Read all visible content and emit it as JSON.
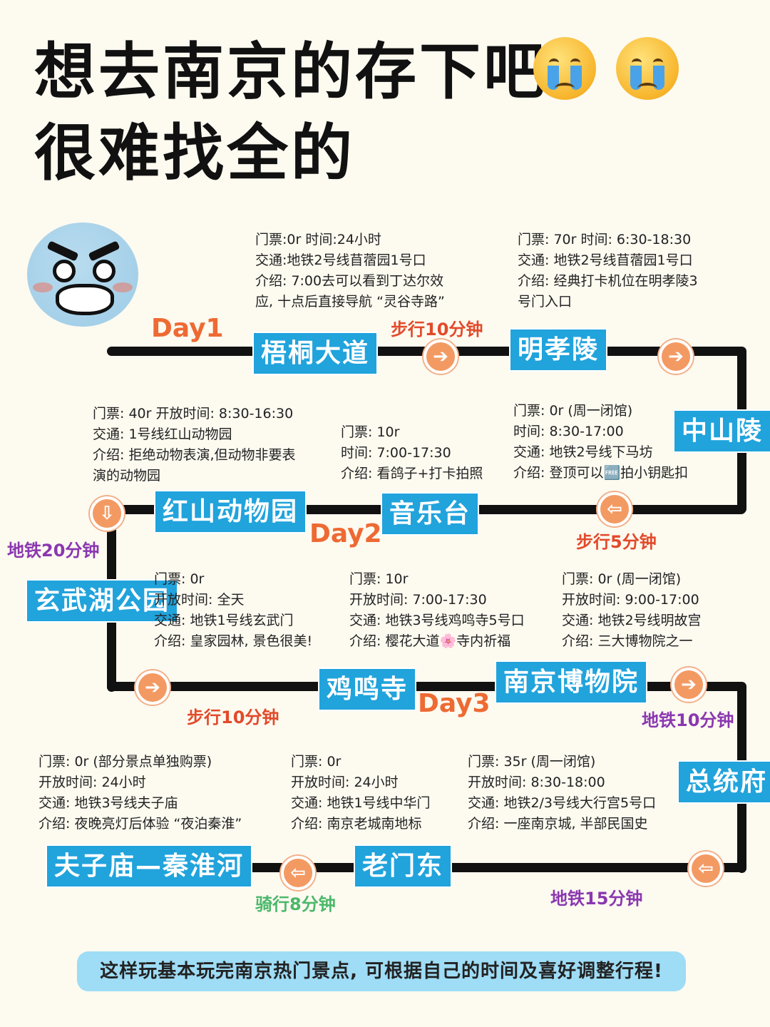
{
  "title": {
    "line1": "想去南京的存下吧",
    "line2": "很难找全的"
  },
  "icons": {
    "crying": "crying-face-icon",
    "angry": "angry-face-icon"
  },
  "days": {
    "day1": "Day1",
    "day2": "Day2",
    "day3": "Day3"
  },
  "stations": {
    "wutong": "梧桐大道",
    "mingxiaoling": "明孝陵",
    "zhongshanling": "中山陵",
    "yinyuetai": "音乐台",
    "hongshan": "红山动物园",
    "xuanwuhu": "玄武湖公园",
    "jimingsi": "鸡鸣寺",
    "museum": "南京博物院",
    "zongtongfu": "总统府",
    "laomendong": "老门东",
    "fuzimiao": "夫子庙—秦淮河"
  },
  "arrows": {
    "right": "➔",
    "left": "⇦",
    "down": "⇩"
  },
  "moves": {
    "walk10_a": "步行10分钟",
    "walk5": "步行5分钟",
    "metro20": "地铁20分钟",
    "walk10_b": "步行10分钟",
    "metro10": "地铁10分钟",
    "metro15": "地铁15分钟",
    "ride8": "骑行8分钟"
  },
  "info": {
    "wutong": [
      "门票:0r  时间:24小时",
      "交通:地铁2号线苜蓿园1号口",
      "介绍: 7:00去可以看到丁达尔效",
      "应, 十点后直接导航 “灵谷寺路”"
    ],
    "mingxiaoling": [
      "门票: 70r 时间: 6:30-18:30",
      "交通: 地铁2号线苜蓿园1号口",
      "介绍: 经典打卡机位在明孝陵3",
      "号门入口"
    ],
    "hongshan": [
      "门票: 40r  开放时间: 8:30-16:30",
      "交通: 1号线红山动物园",
      "介绍: 拒绝动物表演,但动物非要表",
      "演的动物园"
    ],
    "yinyuetai": [
      "门票: 10r",
      "时间: 7:00-17:30",
      "介绍: 看鸽子+打卡拍照"
    ],
    "zhongshanling": [
      "门票: 0r (周一闭馆)",
      "时间: 8:30-17:00",
      "交通: 地铁2号线下马坊",
      "介绍: 登顶可以🆓拍小钥匙扣"
    ],
    "xuanwuhu": [
      "门票: 0r",
      "开放时间: 全天",
      "交通: 地铁1号线玄武门",
      "介绍: 皇家园林, 景色很美!"
    ],
    "jimingsi": [
      "门票: 10r",
      "开放时间: 7:00-17:30",
      "交通: 地铁3号线鸡鸣寺5号口",
      "介绍: 樱花大道🌸寺内祈福"
    ],
    "museum": [
      "门票: 0r (周一闭馆)",
      "开放时间: 9:00-17:00",
      "交通: 地铁2号线明故宫",
      "介绍: 三大博物院之一"
    ],
    "fuzimiao": [
      "门票: 0r (部分景点单独购票)",
      "开放时间: 24小时",
      "交通: 地铁3号线夫子庙",
      "介绍: 夜晚亮灯后体验 “夜泊秦淮”"
    ],
    "laomendong": [
      "门票: 0r",
      "开放时间: 24小时",
      "交通: 地铁1号线中华门",
      "介绍: 南京老城南地标"
    ],
    "zongtongfu": [
      "门票: 35r (周一闭馆)",
      "开放时间: 8:30-18:00",
      "交通: 地铁2/3号线大行宫5号口",
      "介绍: 一座南京城, 半部民国史"
    ]
  },
  "footer": "这样玩基本玩完南京热门景点, 可根据自己的时间及喜好调整行程!"
}
